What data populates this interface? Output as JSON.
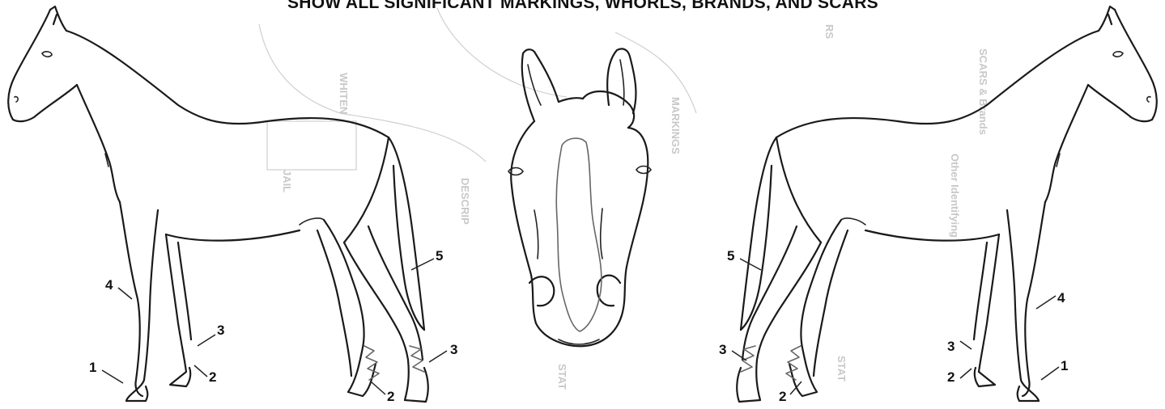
{
  "title": "SHOW ALL SIGNIFICANT MARKINGS, WHORLS, BRANDS, AND SCARS",
  "left_horse_labels": [
    "1",
    "4",
    "3",
    "2",
    "5",
    "2",
    "3"
  ],
  "right_horse_labels": [
    "5",
    "3",
    "2",
    "3",
    "2",
    "4",
    "1"
  ]
}
